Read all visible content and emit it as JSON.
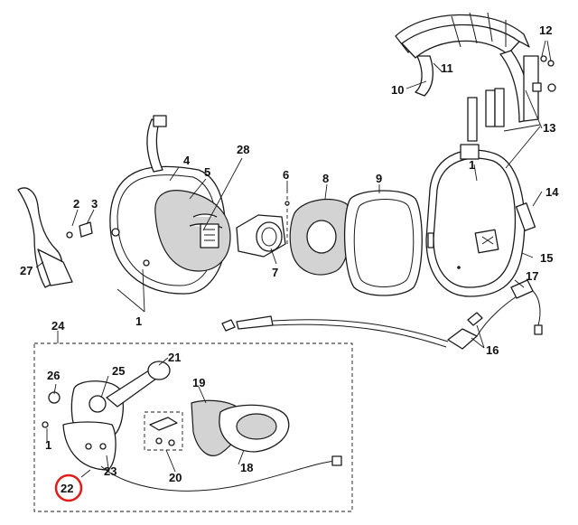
{
  "diagram": {
    "highlight_color": "#e21b1b",
    "highlighted_callout": "22",
    "callouts": {
      "c1a": "1",
      "c1b": "1",
      "c1c": "1",
      "c2": "2",
      "c3": "3",
      "c4": "4",
      "c5": "5",
      "c6": "6",
      "c7": "7",
      "c8": "8",
      "c9": "9",
      "c10": "10",
      "c11": "11",
      "c12": "12",
      "c13": "13",
      "c14": "14",
      "c15": "15",
      "c16": "16",
      "c17": "17",
      "c18": "18",
      "c19": "19",
      "c20": "20",
      "c21": "21",
      "c22": "22",
      "c23": "23",
      "c24": "24",
      "c25": "25",
      "c26": "26",
      "c27": "27",
      "c28": "28"
    }
  }
}
